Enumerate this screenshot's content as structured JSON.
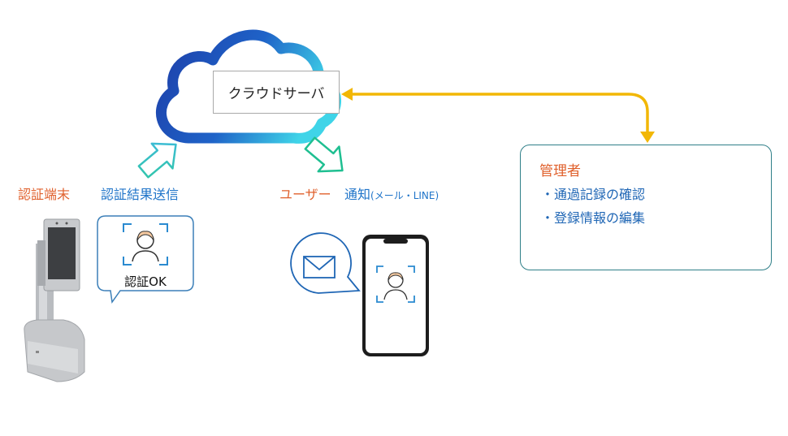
{
  "server": {
    "label": "クラウドサーバ"
  },
  "terminal": {
    "label": "認証端末"
  },
  "auth_send": {
    "label": "認証結果送信"
  },
  "auth_ok": {
    "label": "認証OK"
  },
  "user": {
    "label": "ユーザー"
  },
  "notify": {
    "label": "通知",
    "sub": "(メール・LINE)"
  },
  "admin": {
    "title": "管理者",
    "items": [
      "・通過記録の確認",
      "・登録情報の編集"
    ]
  },
  "colors": {
    "orange": "#e0612d",
    "blue": "#1f74c9",
    "arrow_yellow": "#f2b705",
    "arrow_green": "#1fbf91",
    "admin_border": "#2f7f88",
    "cloud_start": "#1d3ea8",
    "cloud_end": "#3fd4e8"
  }
}
